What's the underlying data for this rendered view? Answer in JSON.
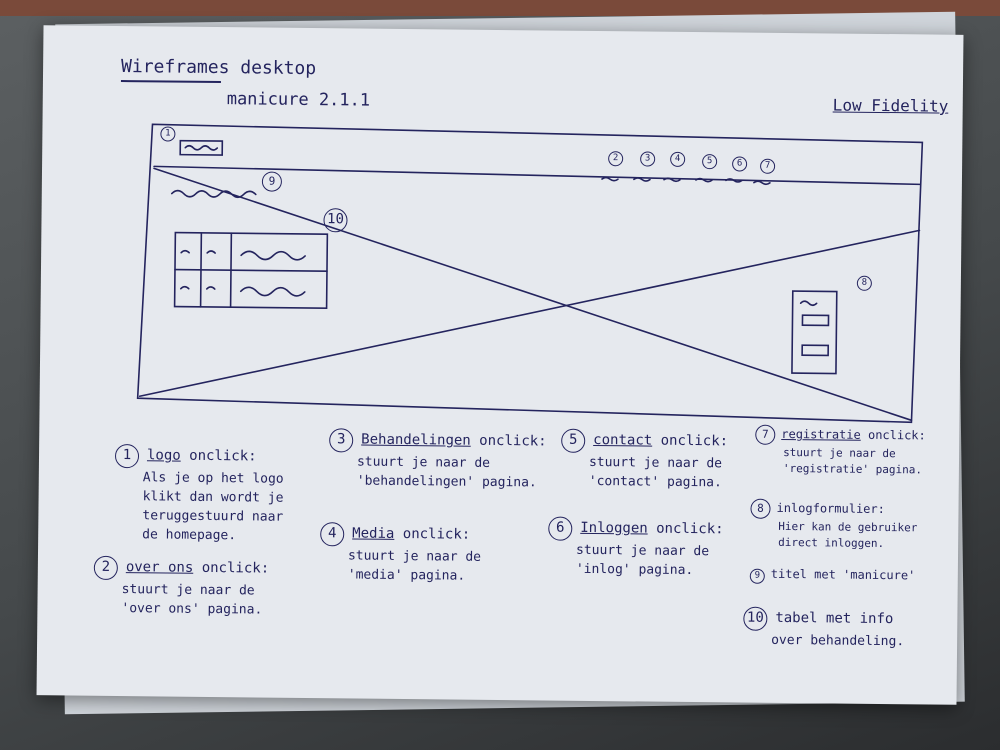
{
  "header": {
    "title": "Wireframes desktop",
    "subtitle": "manicure 2.1.1",
    "fidelity": "Low Fidelity"
  },
  "wireframe": {
    "markers": {
      "logo": "1",
      "nav": [
        "2",
        "3",
        "4",
        "5",
        "6",
        "7"
      ],
      "login_form": "8",
      "title": "9",
      "table": "10"
    }
  },
  "notes": [
    {
      "num": "1",
      "name": "logo",
      "action": "onclick:",
      "lines": [
        "Als je op het logo",
        "klikt dan wordt je",
        "teruggestuurd naar",
        "de homepage."
      ]
    },
    {
      "num": "2",
      "name": "over ons",
      "action": "onclick:",
      "lines": [
        "stuurt je naar de",
        "'over ons' pagina."
      ]
    },
    {
      "num": "3",
      "name": "Behandelingen",
      "action": "onclick:",
      "lines": [
        "stuurt je naar de",
        "'behandelingen' pagina."
      ]
    },
    {
      "num": "4",
      "name": "Media",
      "action": "onclick:",
      "lines": [
        "stuurt je naar de",
        "'media' pagina."
      ]
    },
    {
      "num": "5",
      "name": "contact",
      "action": "onclick:",
      "lines": [
        "stuurt je naar de",
        "'contact' pagina."
      ]
    },
    {
      "num": "6",
      "name": "Inloggen",
      "action": "onclick:",
      "lines": [
        "stuurt je naar de",
        "'inlog' pagina."
      ]
    },
    {
      "num": "7",
      "name": "registratie",
      "action": "onclick:",
      "lines": [
        "stuurt je naar de",
        "'registratie' pagina."
      ]
    },
    {
      "num": "8",
      "name": "inlogformulier",
      "action": ":",
      "lines": [
        "Hier kan de gebruiker",
        "direct inloggen."
      ]
    },
    {
      "num": "9",
      "name": "",
      "action": "titel met 'manicure'",
      "lines": []
    },
    {
      "num": "10",
      "name": "",
      "action": "tabel met info",
      "lines": [
        "over behandeling."
      ]
    }
  ]
}
